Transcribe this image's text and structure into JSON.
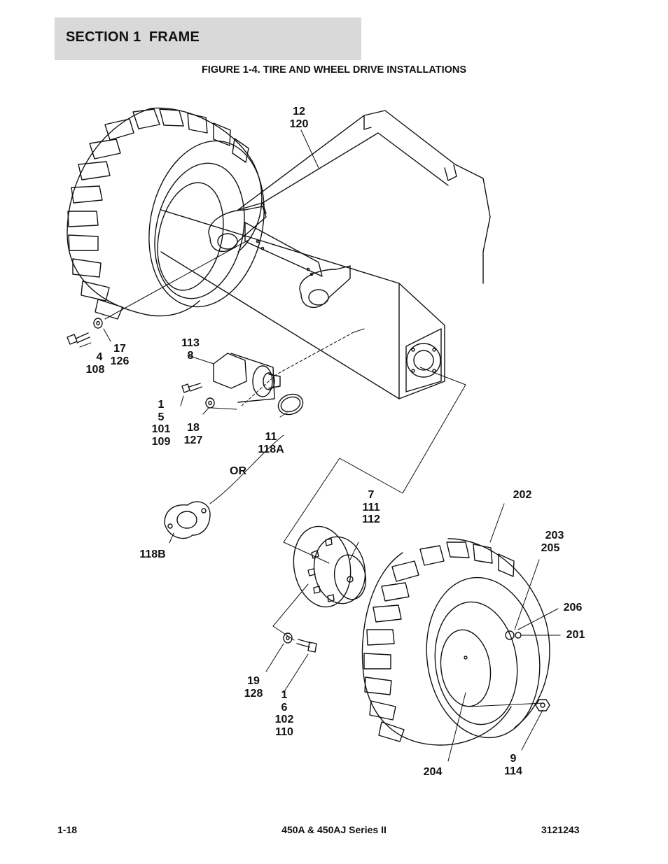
{
  "header": {
    "section_title": "SECTION 1  FRAME",
    "figure_title": "FIGURE 1-4. TIRE AND WHEEL DRIVE INSTALLATIONS"
  },
  "callouts": {
    "c12": [
      "12",
      "120"
    ],
    "c4": [
      "4",
      "108"
    ],
    "c17": [
      "17",
      "126"
    ],
    "c113": [
      "113",
      "8"
    ],
    "c1a": [
      "1",
      "5",
      "101",
      "109"
    ],
    "c18": [
      "18",
      "127"
    ],
    "c11": [
      "11",
      "118A"
    ],
    "or_label": "OR",
    "c7": [
      "7",
      "111",
      "112"
    ],
    "c202": [
      "202"
    ],
    "c203": [
      "203",
      "205"
    ],
    "c206": [
      "206"
    ],
    "c201": [
      "201"
    ],
    "c118b": [
      "118B"
    ],
    "c19": [
      "19",
      "128"
    ],
    "c1b": [
      "1",
      "6",
      "102",
      "110"
    ],
    "c9": [
      "9",
      "114"
    ],
    "c204": [
      "204"
    ]
  },
  "footer": {
    "page_number": "1-18",
    "model": "450A & 450AJ Series II",
    "doc_number": "3121243"
  }
}
